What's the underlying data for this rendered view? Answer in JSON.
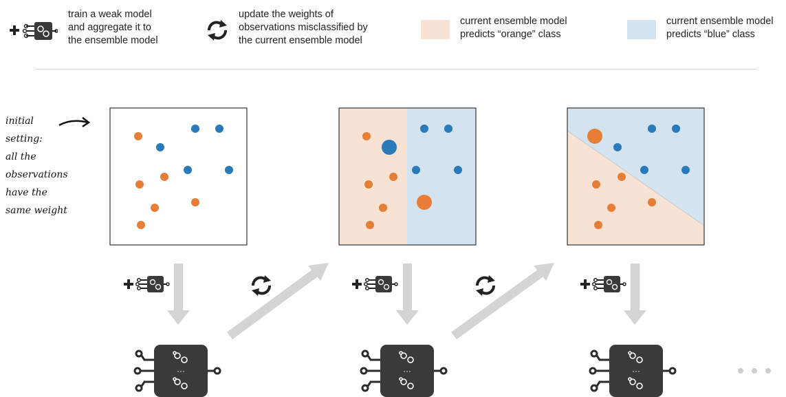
{
  "legend": {
    "train_text": "train a weak model\nand aggregate it to\nthe ensemble model",
    "update_text": "update the weights of\nobservations misclassified by\nthe current ensemble model",
    "orange_text": "current ensemble model\npredicts “orange” class",
    "blue_text": "current ensemble model\npredicts “blue” class"
  },
  "annotation": "initial\n setting:\nall the\nobservations\n have the\nsame weight",
  "icons": {
    "train": "plus-gears-chip-icon",
    "update": "refresh-cycle-icon",
    "model": "ensemble-model-chip-icon",
    "more": "ellipsis-icon"
  },
  "colors": {
    "orange_point": "#e67e37",
    "blue_point": "#2a79b9",
    "orange_region": "#f8e2d4",
    "blue_region": "#d3e4f0",
    "arrow": "#d4d4d4",
    "chip": "#3a3a3a"
  }
}
